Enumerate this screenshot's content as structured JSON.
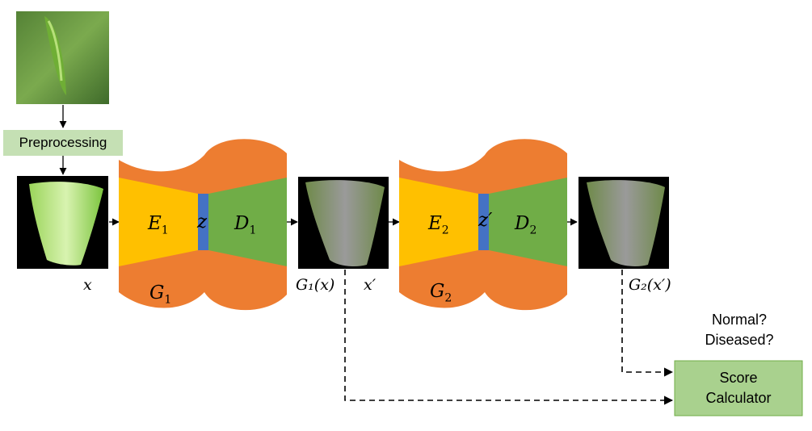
{
  "preprocessing": {
    "label": "Preprocessing"
  },
  "generator1": {
    "encoder": "E",
    "encoder_sub": "1",
    "latent": "z",
    "decoder": "D",
    "decoder_sub": "1",
    "name": "G",
    "name_sub": "1"
  },
  "generator2": {
    "encoder": "E",
    "encoder_sub": "2",
    "latent": "z′",
    "decoder": "D",
    "decoder_sub": "2",
    "name": "G",
    "name_sub": "2"
  },
  "labels": {
    "x": "x",
    "g1x": "G₁(x)",
    "x_prime": "x′",
    "g2x": "G₂(x′)"
  },
  "question": {
    "line1": "Normal?",
    "line2": "Diseased?"
  },
  "score": {
    "line1": "Score",
    "line2": "Calculator"
  },
  "colors": {
    "orange": "#ED7D31",
    "yellow": "#FFC000",
    "green": "#70AD47",
    "blue": "#4472C4",
    "light_green": "#C5E0B4",
    "box_green": "#A9D18E"
  }
}
